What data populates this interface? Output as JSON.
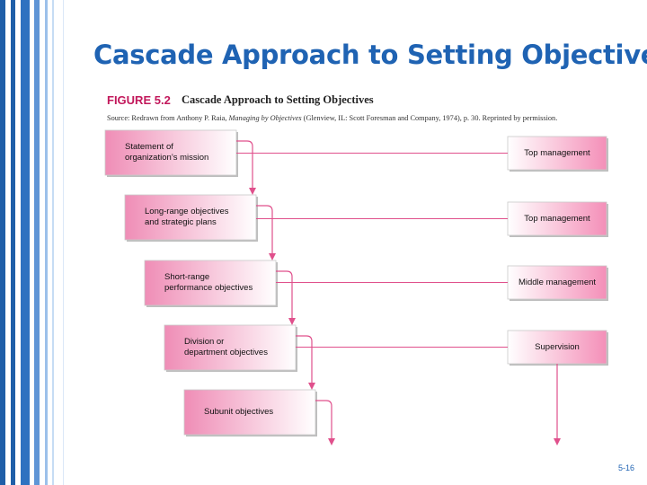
{
  "slide": {
    "title": "Cascade Approach to Setting Objectives",
    "page_number": "5-16"
  },
  "figure": {
    "label": "FIGURE 5.2",
    "title": "Cascade Approach to Setting Objectives",
    "source_prefix": "Source: Redrawn from Anthony P. Raia, ",
    "source_book": "Managing by Objectives",
    "source_suffix": " (Glenview, IL: Scott Foresman and Company, 1974), p. 30. Reprinted by permission."
  },
  "diagram": {
    "steps": [
      {
        "label": "Statement of\norganization’s mission"
      },
      {
        "label": "Long-range objectives\nand strategic plans"
      },
      {
        "label": "Short-range\nperformance objectives"
      },
      {
        "label": "Division or\ndepartment objectives"
      },
      {
        "label": "Subunit objectives"
      }
    ],
    "levels": [
      {
        "label": "Top management"
      },
      {
        "label": "Top management"
      },
      {
        "label": "Middle management"
      },
      {
        "label": "Supervision"
      }
    ],
    "colors": {
      "box_gradient_start": "#ef8db6",
      "box_gradient_end": "#ffffff",
      "right_gradient_start": "#ffffff",
      "right_gradient_end": "#f48fb8",
      "connector": "#e0508c"
    }
  }
}
